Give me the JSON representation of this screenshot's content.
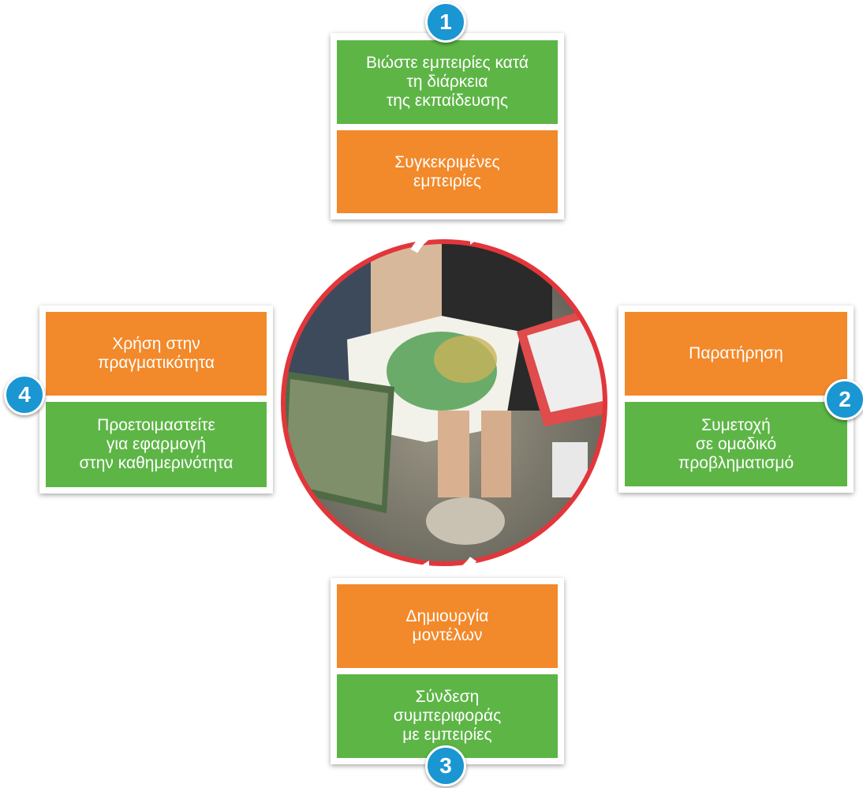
{
  "colors": {
    "green": "#5db546",
    "orange": "#f2892a",
    "badge": "#1a96d2",
    "ring": "#e2363b"
  },
  "steps": [
    {
      "number": "1",
      "green_text": "Βιώστε εμπειρίες κατά\nτη διάρκεια\nτης εκπαίδευσης",
      "orange_text": "Συγκεκριμένες\nεμπειρίες"
    },
    {
      "number": "2",
      "orange_text": "Παρατήρηση",
      "green_text": "Συμετοχή\nσε ομαδικό\nπροβληματισμό"
    },
    {
      "number": "3",
      "orange_text": "Δημιουργία\nμοντέλων",
      "green_text": "Σύνδεση\nσυμπεριφοράς\nμε εμπειρίες"
    },
    {
      "number": "4",
      "orange_text": "Χρήση στην\nπραγματικότητα",
      "green_text": "Προετοιμαστείτε\nγια εφαρμογή\nστην καθημερινότητα"
    }
  ],
  "center_image": {
    "icon": "photo-people-holding-maps"
  }
}
